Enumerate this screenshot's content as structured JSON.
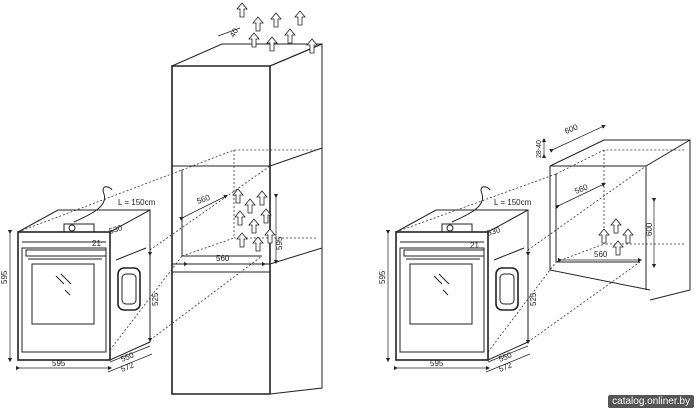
{
  "watermark": "catalog.onliner.by",
  "left_install": {
    "cable_label": "L = 150cm",
    "dims": {
      "vent_gap": "40",
      "niche_depth": "560",
      "niche_width": "560",
      "niche_height": "595",
      "oven_top_depth": "530",
      "oven_side_depth": "525",
      "oven_width": "595",
      "oven_height": "595",
      "oven_depth_1": "550",
      "oven_depth_2": "572",
      "handle_offset": "21"
    }
  },
  "right_install": {
    "cable_label": "L = 150cm",
    "dims": {
      "vent_gap": "28-40",
      "cabinet_depth": "600",
      "niche_depth": "560",
      "niche_width": "560",
      "niche_height": "600",
      "oven_top_depth": "530",
      "oven_side_depth": "525",
      "oven_width": "595",
      "oven_height": "595",
      "oven_depth_1": "550",
      "oven_depth_2": "572",
      "handle_offset": "21"
    }
  }
}
